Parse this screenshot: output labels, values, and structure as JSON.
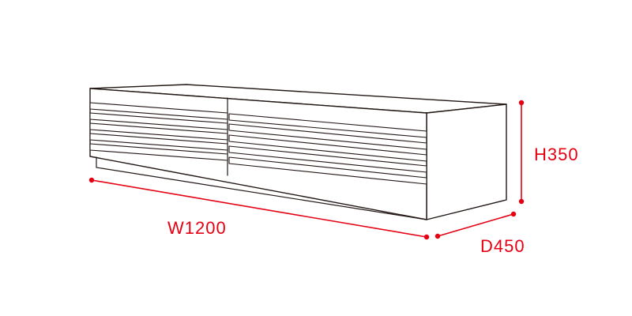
{
  "dimensions": {
    "width_label": "W1200",
    "height_label": "H350",
    "depth_label": "D450"
  },
  "colors": {
    "dimension": "#e60012",
    "outline": "#231815",
    "background": "#ffffff"
  }
}
